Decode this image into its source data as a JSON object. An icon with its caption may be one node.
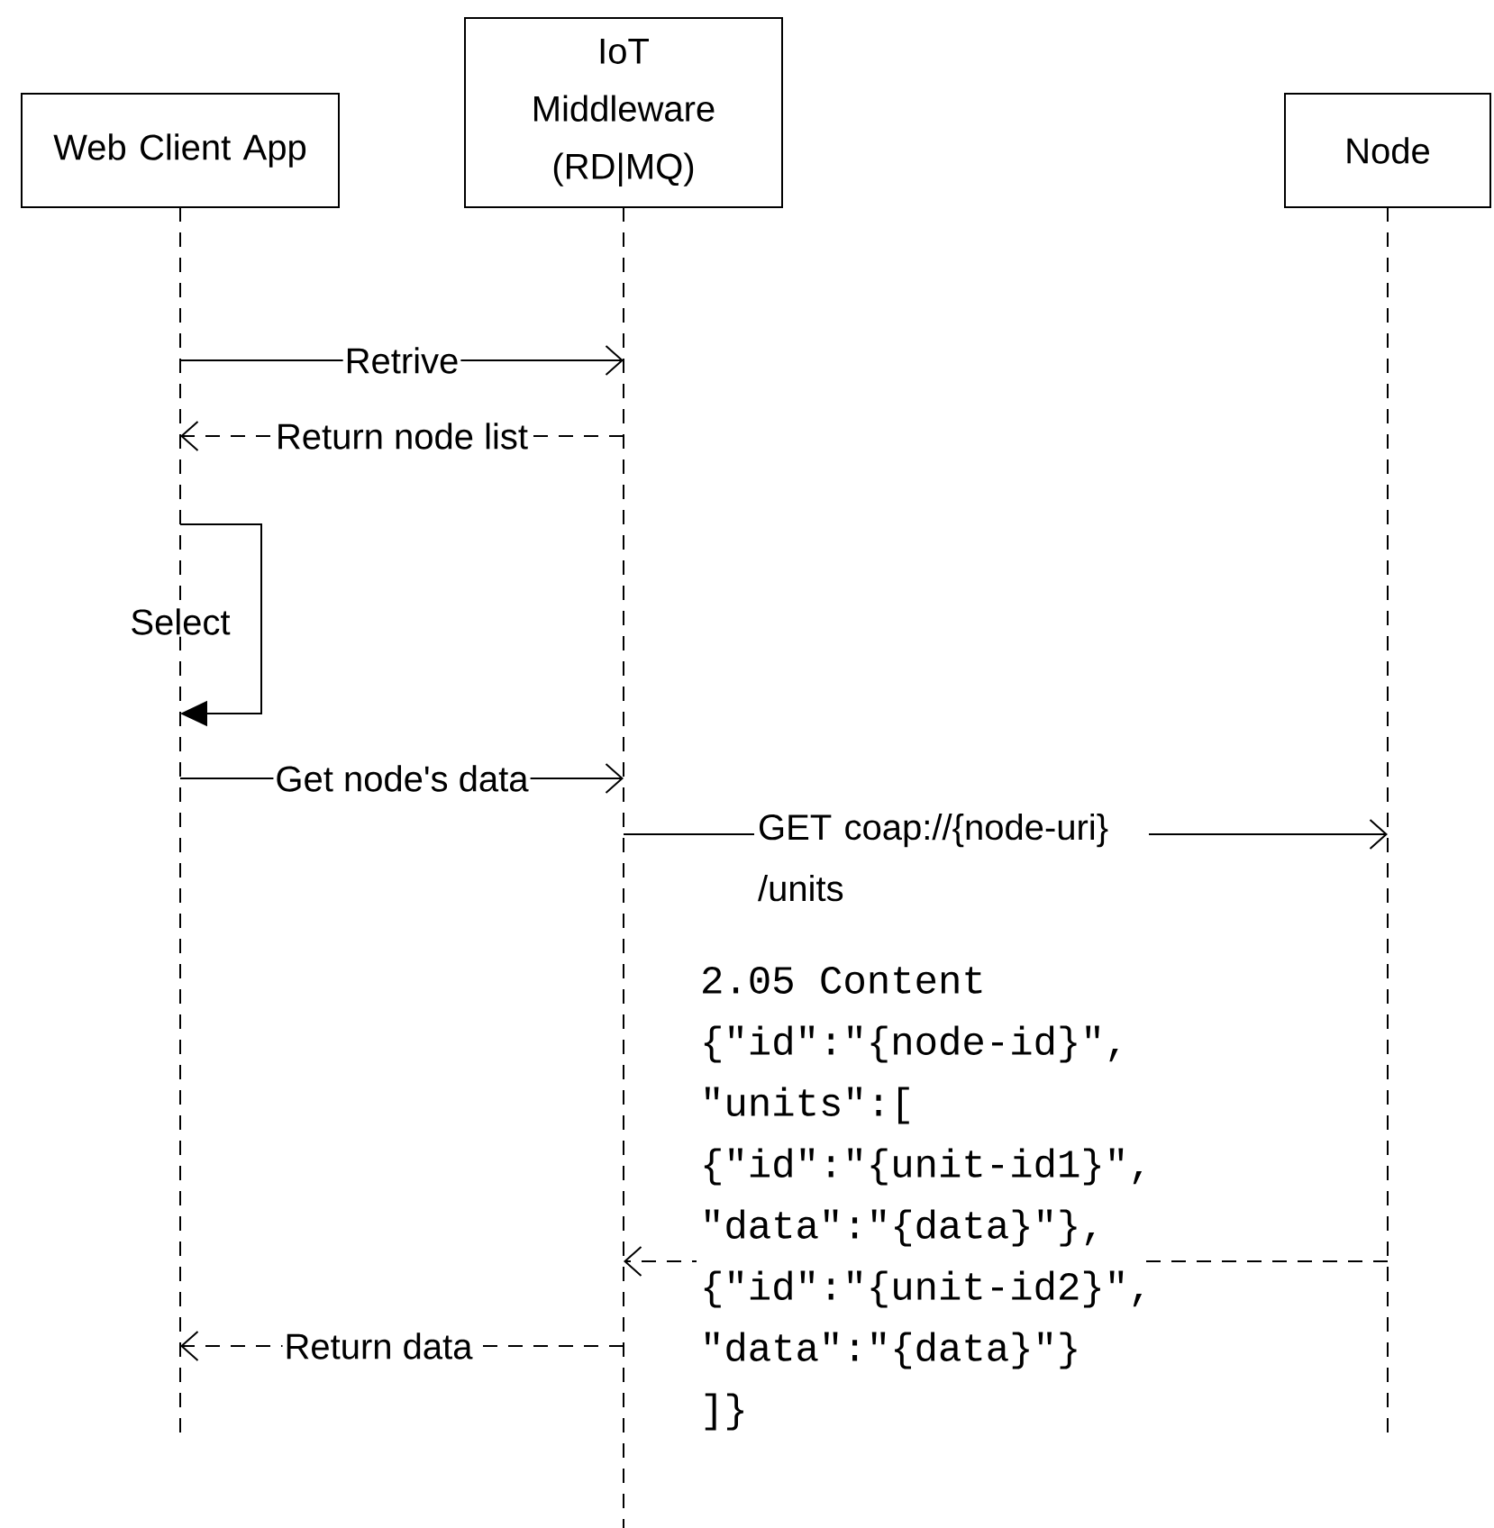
{
  "diagram": {
    "nodes": [
      {
        "text": [
          "Web Client App"
        ]
      },
      {
        "text": [
          "IoT Middleware (RD|MQ)"
        ]
      },
      {
        "text": [
          "Node"
        ]
      }
    ],
    "edges": [
      {
        "from": 0,
        "to": 1,
        "arrow": "to",
        "label": "Retrive"
      },
      {
        "from": 1,
        "to": 0,
        "arrow": "to",
        "label": "Return node list",
        "style": "dashed"
      },
      {
        "from": 0,
        "to": 0,
        "arrow": "to",
        "label": "Select"
      },
      {
        "from": 0,
        "to": 1,
        "arrow": "to",
        "label": "Get node's data"
      },
      {
        "from": 1,
        "to": 2,
        "arrow": "to",
        "label": "GET coap://{node-uri} /units"
      },
      {
        "from": 2,
        "to": 1,
        "arrow": "to",
        "label": "2.05 Content {\"id\":\"{node-id}\", \"units\":[ {\"id\":\"{unit-id1}\", \"data\":\"{data}\"}, {\"id\":\"{unit-id2}\", \"data\":\"{data}\"} ]}",
        "style": "dashed"
      },
      {
        "from": 1,
        "to": 0,
        "arrow": "to",
        "label": "Return data",
        "style": "dashed"
      }
    ]
  }
}
